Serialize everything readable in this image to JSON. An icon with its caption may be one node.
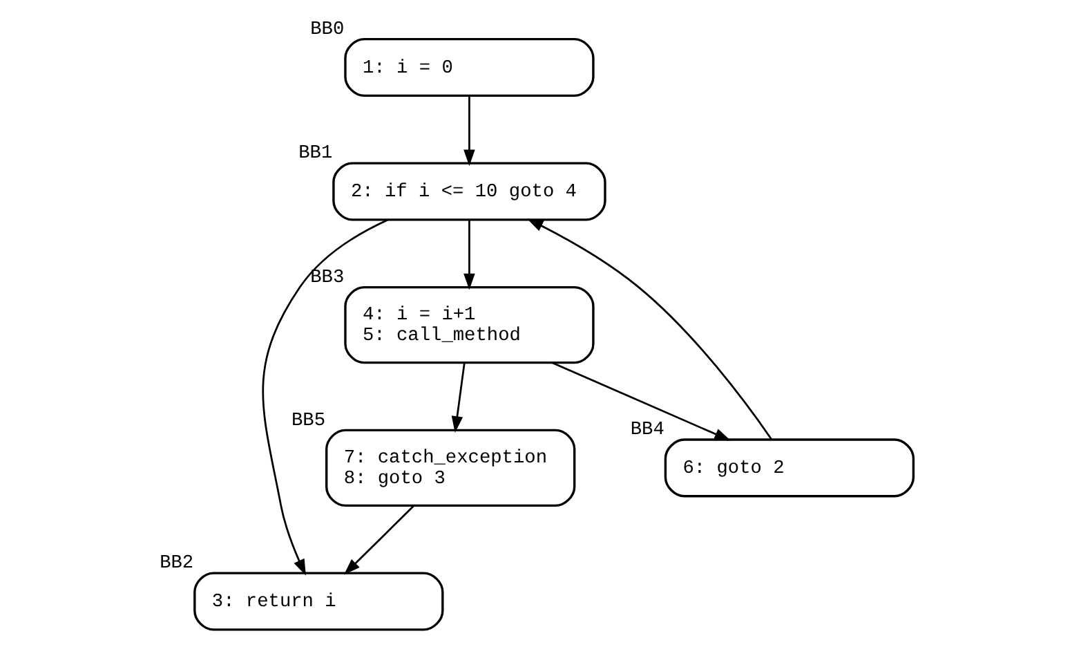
{
  "diagram": {
    "nodes": [
      {
        "text": [
          "1: i = 0"
        ],
        "beside": [
          "BB0"
        ]
      },
      {
        "text": [
          "2: if i <= 10 goto 4"
        ],
        "beside": [
          "BB1"
        ]
      },
      {
        "text": [
          "3: return i"
        ],
        "beside": [
          "BB2"
        ]
      },
      {
        "text": [
          "4: i = i+1",
          "5: call_method"
        ],
        "beside": [
          "BB3"
        ]
      },
      {
        "text": [
          "7: catch_exception",
          "8: goto 3"
        ],
        "beside": [
          "BB5"
        ]
      },
      {
        "text": [
          "6: goto 2"
        ],
        "beside": [
          "BB4"
        ]
      }
    ],
    "edges": [
      {
        "from": 0,
        "to": 1,
        "arrow": "to"
      },
      {
        "from": 1,
        "to": 2,
        "arrow": "to"
      },
      {
        "from": 1,
        "to": 3,
        "arrow": "to"
      },
      {
        "from": 3,
        "to": 4,
        "arrow": "to"
      },
      {
        "from": 3,
        "to": 5,
        "arrow": "to"
      },
      {
        "from": 5,
        "to": 1,
        "arrow": "to"
      },
      {
        "from": 4,
        "to": 2,
        "arrow": "to"
      }
    ]
  }
}
